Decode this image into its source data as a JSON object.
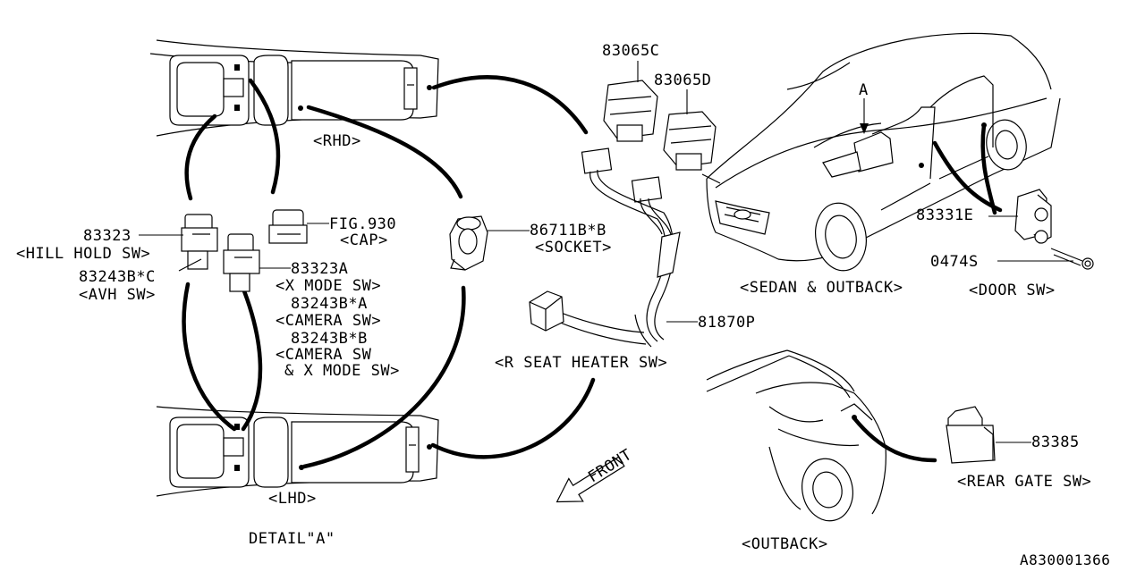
{
  "labels": {
    "p83065c": "83065C",
    "p83065d": "83065D",
    "rhd": "<RHD>",
    "lhd": "<LHD>",
    "detail_a": "DETAIL\"A\"",
    "p83323": "83323",
    "hill_hold": "<HILL HOLD SW>",
    "p83243bc": "83243B*C",
    "avh": "<AVH SW>",
    "fig930": "FIG.930",
    "cap": "<CAP>",
    "p83323a": "83323A",
    "x_mode": "<X MODE SW>",
    "p83243ba": "83243B*A",
    "camera": "<CAMERA SW>",
    "p83243bb": "83243B*B",
    "camera2": "<CAMERA SW",
    "x_mode2": "& X MODE SW>",
    "p86711bb": "86711B*B",
    "socket": "<SOCKET>",
    "p81870p": "81870P",
    "r_seat": "<R SEAT HEATER SW>",
    "front": "FRONT",
    "a_marker": "A",
    "sedan_outback": "<SEDAN & OUTBACK>",
    "p83331e": "83331E",
    "p0474s": "0474S",
    "door_sw": "<DOOR SW>",
    "outback": "<OUTBACK>",
    "p83385": "83385",
    "rear_gate": "<REAR GATE SW>",
    "diagram_id": "A830001366"
  }
}
